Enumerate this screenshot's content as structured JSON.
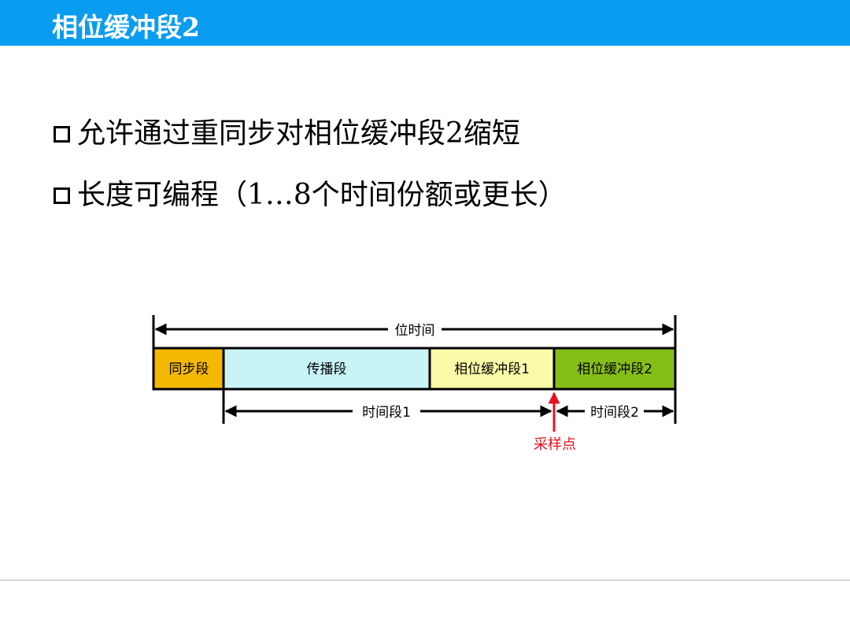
{
  "slide": {
    "title": "相位缓冲段2",
    "bullets": [
      "允许通过重同步对相位缓冲段2缩短",
      "长度可编程（1…8个时间份额或更长）"
    ]
  },
  "diagram": {
    "bit_time_label": "位时间",
    "segments": [
      {
        "label": "同步段",
        "color": "#f5b800"
      },
      {
        "label": "传播段",
        "color": "#c8f4f8"
      },
      {
        "label": "相位缓冲段1",
        "color": "#fafaa8"
      },
      {
        "label": "相位缓冲段2",
        "color": "#86be18"
      }
    ],
    "time_segment_1_label": "时间段1",
    "time_segment_2_label": "时间段2",
    "sample_point_label": "采样点",
    "sample_point_color": "#e0141e"
  }
}
